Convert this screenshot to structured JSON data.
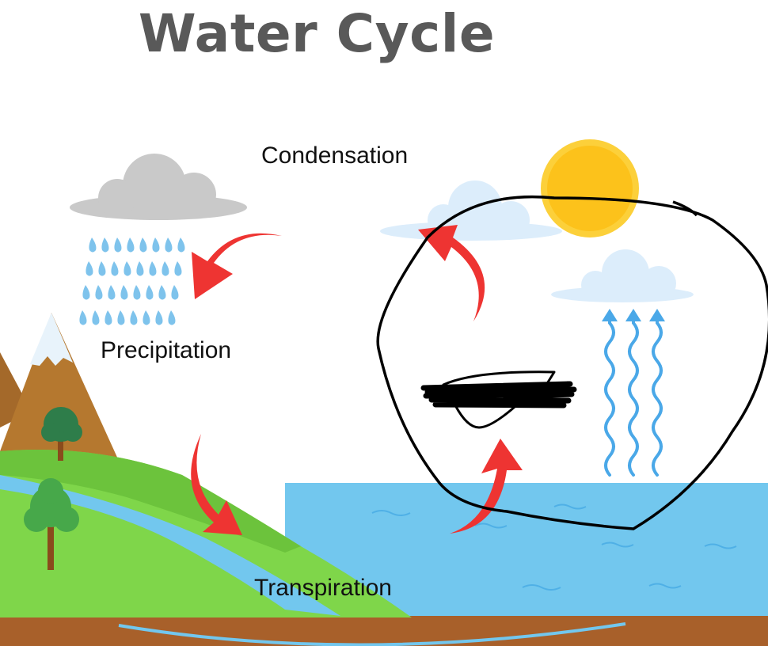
{
  "diagram": {
    "title": "Water Cycle",
    "labels": {
      "condensation": "Condensation",
      "precipitation": "Precipitation",
      "transpiration": "Transpiration"
    },
    "colors": {
      "title": "#595959",
      "arrow": "#ee3432",
      "water": "#72c7ee",
      "grass": "#7fd64a",
      "mountain": "#b5782f",
      "soil": "#a8602a",
      "sun": "#fcc21b",
      "cloud_gray": "#c9c9c9",
      "cloud_blue": "#dcedfb",
      "rain": "#7ec3ec",
      "vapor": "#4aa8e8"
    },
    "icons": [
      "sun-icon",
      "cloud-icon",
      "rain-icon",
      "mountain-icon",
      "tree-icon",
      "vapor-icon",
      "arrow-icon"
    ],
    "annotation": "hand-drawn circle and scribble over evaporation area"
  }
}
